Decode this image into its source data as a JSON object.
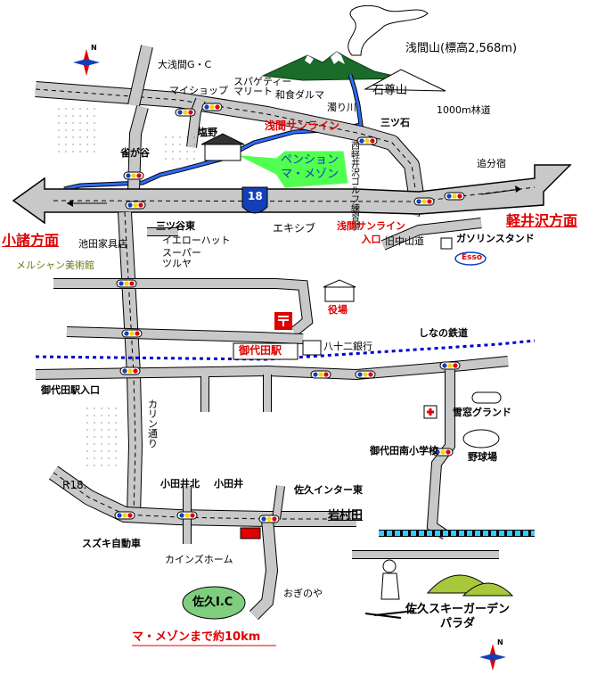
{
  "colors": {
    "road": "#c8c8c8",
    "road_edge": "#000000",
    "rail": "#0000cc",
    "river": "#2d6cff",
    "mountain": "#1b6b2a",
    "highlight": "#e00000",
    "callout": "#33ff33"
  },
  "labels": {
    "asama_yama": "浅間山(標高2,568m)",
    "sekison_san": "石尊山",
    "rindo": "1000m林道",
    "nigorigawa": "濁り川",
    "oasama_gc": "大浅間G・C",
    "my_shop": "マイショップ",
    "spaghetti_marine": "スパゲティー\nマリート",
    "washoku_daruma": "和食ダルマ",
    "asama_sunline": "浅間サンライン",
    "mitsuishi": "三ツ石",
    "oiwakejuku": "追分宿",
    "shiono": "塩野",
    "janogaya": "雀が谷",
    "west_karuizawa_golf": "西軽井沢ゴルフ練習場",
    "pension": "ペンション\nマ・メゾン",
    "route_number": "18",
    "komoro": "小諸方面",
    "karuizawa": "軽井沢方面",
    "ekishibu": "エキシブ",
    "sunline_entrance": "浅間サンライン\n入口",
    "kyunakasendo": "旧中山道",
    "gas_station": "ガソリンスタンド",
    "esso": "Esso",
    "ikeda_furniture": "池田家具店",
    "mitsuyahigashi": "三ツ谷東",
    "yellow_hat": "イエローハット",
    "supermarket_tsuruya": "スーパー\nツルヤ",
    "mercian_museum": "メルシャン美術館",
    "yakuba": "役場",
    "miyota_station": "御代田駅",
    "hachijuni_bank": "八十二銀行",
    "shinano_railway": "しなの鉄道",
    "miyota_station_entrance": "御代田駅入口",
    "karin_dori": "カリン通り",
    "yukimado_ground": "雪窓グランド",
    "miyota_south_school": "御代田南小学校",
    "baseball_field": "野球場",
    "r18": "R18.",
    "otai_kita": "小田井北",
    "otai": "小田井",
    "saku_inter_higashi": "佐久インター東",
    "iwamurada": "岩村田",
    "suzuki": "スズキ自動車",
    "cainz": "カインズホーム",
    "oginoya": "おぎのや",
    "saku_ic": "佐久I.C",
    "ski_garden": "佐久スキーガーデン\nパラダ",
    "distance": "マ・メゾンまで約10km",
    "north": "N"
  }
}
